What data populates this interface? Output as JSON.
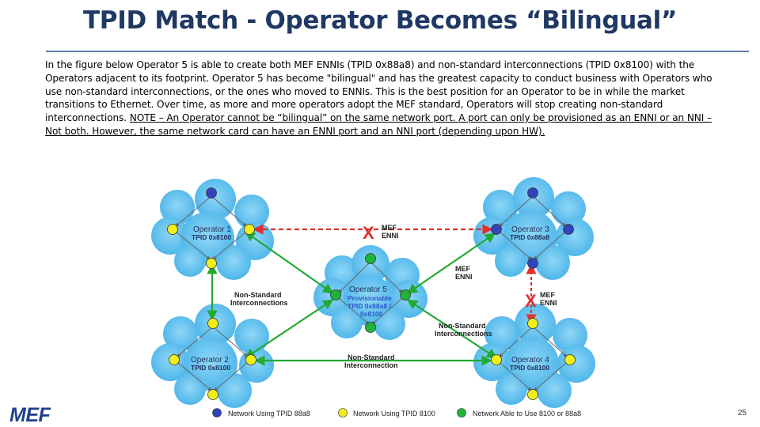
{
  "slide": {
    "title": "TPID Match - Operator Becomes “Bilingual”",
    "body_main": "In the figure below Operator 5 is able to create both MEF ENNIs (TPID 0x88a8) and non-standard interconnections (TPID 0x8100) with the Operators adjacent to its footprint.  Operator 5 has become \"bilingual\" and has the greatest capacity to conduct business with Operators who use non-standard interconnections, or the ones who moved to ENNIs.  This is the best position for an Operator to be in while the market transitions to Ethernet.  Over time, as more and more operators adopt the MEF standard, Operators will stop creating non-standard interconnections.  ",
    "body_note": "NOTE – An Operator cannot be “bilingual” on the same network port.  A port can only be provisioned as an ENNI or an NNI – Not both.  However, the same network card can have an ENNI port and an NNI port (depending upon HW).   ",
    "logo": "MEF",
    "page_number": "25"
  },
  "diagram": {
    "operators": {
      "op1": {
        "name": "Operator 1",
        "tpid": "TPID 0x8100"
      },
      "op2": {
        "name": "Operator 2",
        "tpid": "TPID 0x8100"
      },
      "op3": {
        "name": "Operator 3",
        "tpid": "TPID 0x88a8"
      },
      "op4": {
        "name": "Operator 4",
        "tpid": "TPID 0x8100"
      },
      "op5": {
        "name": "Operator 5",
        "line2": "Provisionable",
        "line3": "TPID 0x88a8 /",
        "line4": "0x8100"
      }
    },
    "links": {
      "mef_enni": "MEF",
      "enni": "ENNI",
      "non_standard": "Non-Standard",
      "interconnections": "Interconnections",
      "interconnection": "Interconnection",
      "blocked_mark": "X"
    },
    "legend": [
      {
        "label": "Network Using TPID 88a8",
        "color": "#3344bb"
      },
      {
        "label": "Network Using TPID 8100",
        "color": "#f2ee1a"
      },
      {
        "label": "Network Able to Use 8100 or 88a8",
        "color": "#1eb53a"
      }
    ],
    "colors": {
      "cloud": "#5bc0f0",
      "node_88a8": "#3344bb",
      "node_8100": "#f2ee1a",
      "node_both": "#1eb53a",
      "enni_arrow": "#e03030",
      "nni_arrow": "#22aa33",
      "title": "#1f3864"
    }
  }
}
